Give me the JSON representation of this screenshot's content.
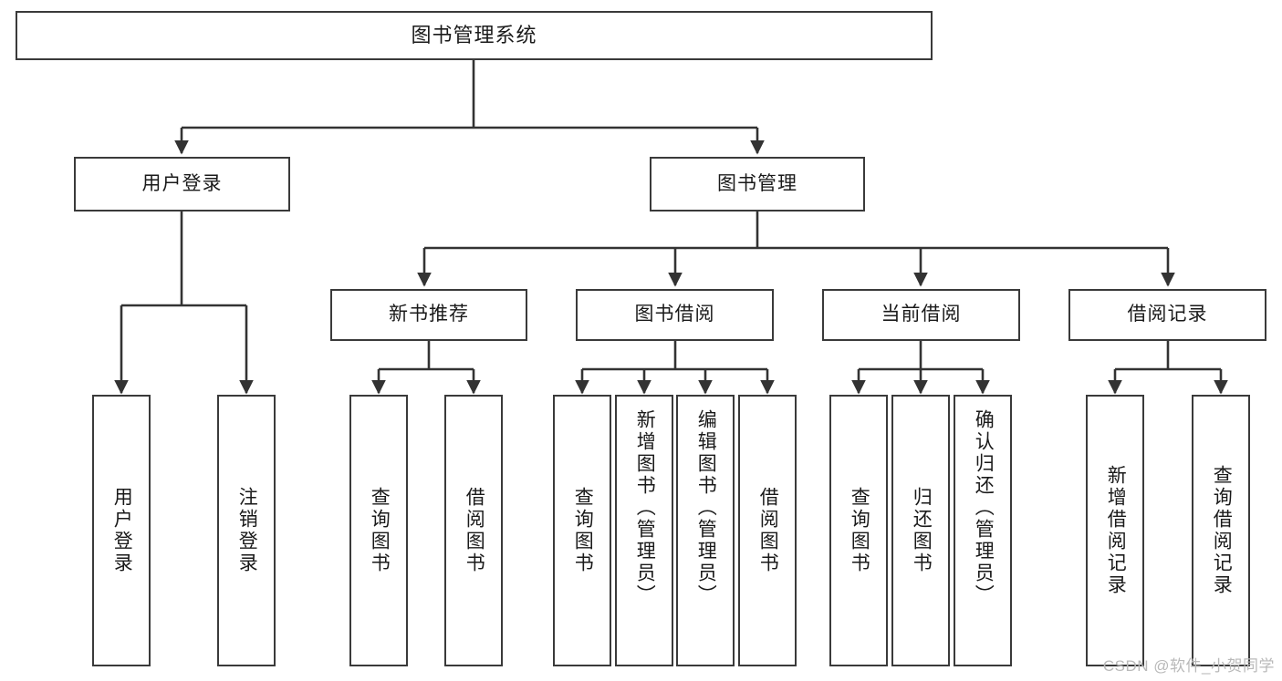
{
  "diagram": {
    "title": "图书管理系统",
    "type": "tree",
    "watermark": "CSDN @软件_小贺同学",
    "colors": {
      "box_border": "#3a3a3a",
      "box_fill": "#ffffff",
      "edge": "#333333",
      "text": "#1a1a1a",
      "watermark": "#b9b9b9"
    },
    "levels": [
      {
        "level": 1,
        "nodes": [
          {
            "id": "root",
            "label": "图书管理系统",
            "orientation": "horizontal"
          }
        ]
      },
      {
        "level": 2,
        "nodes": [
          {
            "id": "l2-login",
            "label": "用户登录",
            "orientation": "horizontal",
            "parent": "root"
          },
          {
            "id": "l2-book-mgmt",
            "label": "图书管理",
            "orientation": "horizontal",
            "parent": "root"
          }
        ]
      },
      {
        "level": 3,
        "nodes": [
          {
            "id": "l3-newbook",
            "label": "新书推荐",
            "orientation": "horizontal",
            "parent": "l2-book-mgmt"
          },
          {
            "id": "l3-borrow",
            "label": "图书借阅",
            "orientation": "horizontal",
            "parent": "l2-book-mgmt"
          },
          {
            "id": "l3-current",
            "label": "当前借阅",
            "orientation": "horizontal",
            "parent": "l2-book-mgmt"
          },
          {
            "id": "l3-record",
            "label": "借阅记录",
            "orientation": "horizontal",
            "parent": "l2-book-mgmt"
          }
        ]
      },
      {
        "level": 4,
        "nodes": [
          {
            "id": "leaf-user-login",
            "label": "用户登录",
            "orientation": "vertical",
            "parent": "l2-login"
          },
          {
            "id": "leaf-user-logout",
            "label": "注销登录",
            "orientation": "vertical",
            "parent": "l2-login"
          },
          {
            "id": "leaf-new-query",
            "label": "查询图书",
            "orientation": "vertical",
            "parent": "l3-newbook"
          },
          {
            "id": "leaf-new-borrow",
            "label": "借阅图书",
            "orientation": "vertical",
            "parent": "l3-newbook"
          },
          {
            "id": "leaf-borrow-query",
            "label": "查询图书",
            "orientation": "vertical",
            "parent": "l3-borrow"
          },
          {
            "id": "leaf-borrow-add",
            "label": "新增图书（管理员）",
            "orientation": "vertical",
            "parent": "l3-borrow"
          },
          {
            "id": "leaf-borrow-edit",
            "label": "编辑图书（管理员）",
            "orientation": "vertical",
            "parent": "l3-borrow"
          },
          {
            "id": "leaf-borrow-lend",
            "label": "借阅图书",
            "orientation": "vertical",
            "parent": "l3-borrow"
          },
          {
            "id": "leaf-current-query",
            "label": "查询图书",
            "orientation": "vertical",
            "parent": "l3-current"
          },
          {
            "id": "leaf-current-return",
            "label": "归还图书",
            "orientation": "vertical",
            "parent": "l3-current"
          },
          {
            "id": "leaf-current-confirm",
            "label": "确认归还（管理员）",
            "orientation": "vertical",
            "parent": "l3-current"
          },
          {
            "id": "leaf-record-add",
            "label": "新增借阅记录",
            "orientation": "vertical",
            "parent": "l3-record"
          },
          {
            "id": "leaf-record-query",
            "label": "查询借阅记录",
            "orientation": "vertical",
            "parent": "l3-record"
          }
        ]
      }
    ]
  }
}
